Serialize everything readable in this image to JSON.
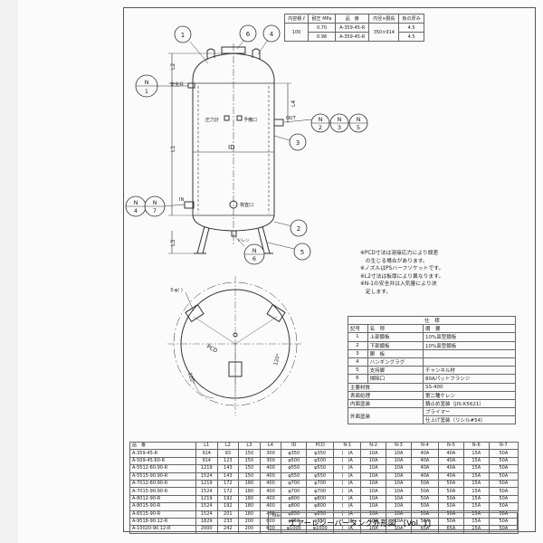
{
  "spec_table": {
    "headers": [
      "内容積 ℓ",
      "耐圧 MPa",
      "品　番",
      "内径×胴長",
      "板の厚み"
    ],
    "volume": "100",
    "rows": [
      {
        "pressure": "0.70",
        "part_no": "A-359-45-R",
        "thick": "4.5"
      },
      {
        "pressure": "0.98",
        "part_no": "A-359-45-R",
        "thick": "4.5"
      }
    ],
    "dimension": "350×914"
  },
  "drawing": {
    "balloons": [
      "1",
      "6",
      "4",
      "3",
      "2",
      "5"
    ],
    "nozzle_balloons": [
      {
        "top": "N",
        "bottom": "1"
      },
      {
        "top": "N",
        "bottom": "2"
      },
      {
        "top": "N",
        "bottom": "3"
      },
      {
        "top": "N",
        "bottom": "5"
      },
      {
        "top": "N",
        "bottom": "4"
      },
      {
        "top": "N",
        "bottom": "7"
      },
      {
        "top": "N",
        "bottom": "6"
      }
    ],
    "labels": {
      "l2": "L2",
      "l1": "L1",
      "l3": "L3",
      "l4": "L4",
      "id": "ID",
      "safety_valve": "安全弁",
      "pressure_gauge": "圧力計",
      "spare_port": "予備口",
      "out": "OUT",
      "in": "IN",
      "inspection": "検査口",
      "drain": "ドレン",
      "bolt_holes": "3-φ( )",
      "pcd": "PCD",
      "angle_1": "120°",
      "angle_2": "120°"
    }
  },
  "notes": [
    "※PCD寸法は溶接応力により誤差",
    "　の生じる場合があります。",
    "※ノズルはPSハーフソケットです。",
    "※L2寸法は板厚により異なります。",
    "※N-1の安全弁は入気量により決",
    "　定します。"
  ],
  "parts_table": {
    "caption": "仕　様",
    "headers": [
      "記号",
      "名　称",
      "摘　要"
    ],
    "rows": [
      [
        "1",
        "上部鏡板",
        "10%皿型鏡板"
      ],
      [
        "2",
        "下部鏡板",
        "10%皿型鏡板"
      ],
      [
        "3",
        "胴　板",
        ""
      ],
      [
        "4",
        "ハンギングラグ",
        ""
      ],
      [
        "5",
        "支持脚",
        "チャンネル材"
      ],
      [
        "6",
        "掃除口",
        "80Aパットフランジ"
      ]
    ],
    "extra": [
      {
        "label": "主要材質",
        "value": "SS-400"
      },
      {
        "label": "表面処理",
        "value": "第二種ケレン"
      },
      {
        "label": "内面塗装",
        "value": "錆止め塗装（JIS-K5621）"
      },
      {
        "label": "外面塗装",
        "value": "プライマー",
        "value2": "仕上げ塗装（リシル#54）"
      }
    ]
  },
  "dim_table": {
    "headers": [
      "品　番",
      "L1",
      "L2",
      "L3",
      "L4",
      "ID",
      "PCD",
      "N-1",
      "N-2",
      "N-3",
      "N-4",
      "N-5",
      "N-6",
      "N-7"
    ],
    "rows": [
      [
        "A-359-45-R",
        "914",
        "93",
        "150",
        "300",
        "φ350",
        "φ350",
        "(　)A",
        "10A",
        "10A",
        "40A",
        "40A",
        "15A",
        "50A"
      ],
      [
        "A-509-45.60-R",
        "914",
        "123",
        "150",
        "300",
        "φ500",
        "φ500",
        "(　)A",
        "10A",
        "10A",
        "40A",
        "40A",
        "15A",
        "50A"
      ],
      [
        "A-5512-60.90-R",
        "1219",
        "143",
        "150",
        "400",
        "φ550",
        "φ550",
        "(　)A",
        "10A",
        "10A",
        "40A",
        "40A",
        "15A",
        "50A"
      ],
      [
        "A-5515-90.90-R",
        "1524",
        "143",
        "150",
        "400",
        "φ550",
        "φ550",
        "(　)A",
        "10A",
        "10A",
        "40A",
        "40A",
        "15A",
        "50A"
      ],
      [
        "A-7012-60.90-R",
        "1219",
        "172",
        "180",
        "400",
        "φ700",
        "φ700",
        "(　)A",
        "10A",
        "10A",
        "50A",
        "50A",
        "15A",
        "50A"
      ],
      [
        "A-7015-90.90-R",
        "1524",
        "172",
        "180",
        "400",
        "φ700",
        "φ700",
        "(　)A",
        "10A",
        "10A",
        "50A",
        "50A",
        "15A",
        "50A"
      ],
      [
        "A-8012-90-R",
        "1219",
        "192",
        "180",
        "400",
        "φ800",
        "φ800",
        "(　)A",
        "10A",
        "10A",
        "50A",
        "50A",
        "15A",
        "50A"
      ],
      [
        "A-8015-90-R",
        "1524",
        "192",
        "180",
        "400",
        "φ800",
        "φ800",
        "(　)A",
        "10A",
        "10A",
        "50A",
        "50A",
        "15A",
        "50A"
      ],
      [
        "A-6515-90-R",
        "1524",
        "201",
        "180",
        "400",
        "φ850",
        "φ850",
        "(　)A",
        "10A",
        "10A",
        "50A",
        "50A",
        "15A",
        "50A"
      ],
      [
        "A-9518-90.12-R",
        "1829",
        "233",
        "200",
        "600",
        "φ950",
        "φ950",
        "(　)A",
        "10A",
        "10A",
        "50A",
        "50A",
        "15A",
        "50A"
      ],
      [
        "A-10020-90.12-R",
        "2000",
        "242",
        "200",
        "600",
        "φ1000",
        "φ1000",
        "(　)A",
        "10A",
        "10A",
        "65A",
        "65A",
        "15A",
        "50A"
      ]
    ]
  },
  "title_block": {
    "label": "Title",
    "text": "エアーレシーバータンク外形図　[Vol. 1]"
  }
}
